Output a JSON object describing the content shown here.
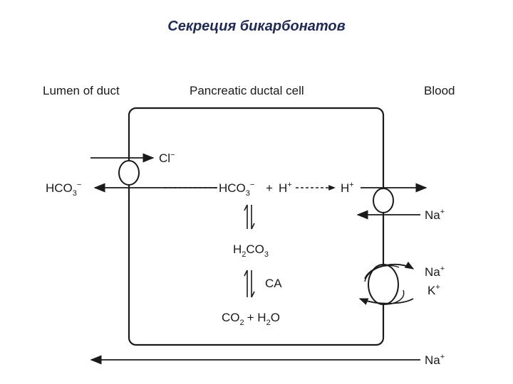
{
  "title": "Секреция бикарбонатов",
  "labels": {
    "lumen": "Lumen of duct",
    "cell": "Pancreatic ductal cell",
    "blood": "Blood"
  },
  "species": {
    "cl": "Cl",
    "cl_charge": "−",
    "hco3_base": "HCO",
    "hco3_sub": "3",
    "hco3_charge": "−",
    "plus": "+",
    "h": "H",
    "h_charge": "+",
    "na": "Na",
    "na_charge": "+",
    "k": "K",
    "k_charge": "+",
    "h2co3_h": "H",
    "h2co3_sub1": "2",
    "h2co3_co": "CO",
    "h2co3_sub2": "3",
    "ca": "CA",
    "co2_base": "CO",
    "co2_sub": "2",
    "plus2": "+ H",
    "h2o_sub": "2",
    "h2o_o": "O"
  }
}
